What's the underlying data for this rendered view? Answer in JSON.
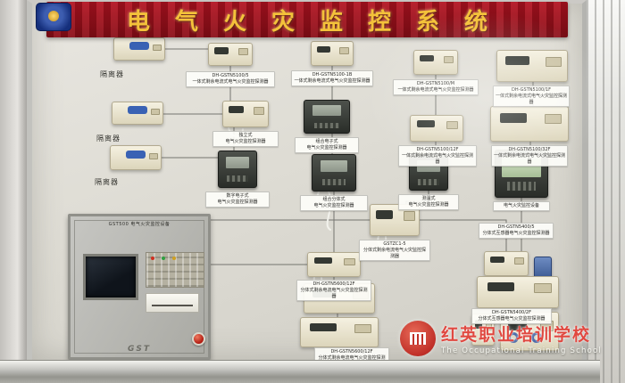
{
  "banner": {
    "title": "电气火灾监控系统"
  },
  "isolators": [
    "隔离器",
    "隔离器",
    "隔离器"
  ],
  "devices": [
    "DH-GSTN5100/5\n一体式剩余电流式电气火灾监控探测器",
    "DH-GSTN5100-1B\n一体式剩余电流式电气火灾监控探测器",
    "DH-GSTN5100/M\n一体式剩余电流式电气火灾监控探测器",
    "DH-GSTN5100/1F\n一体式剩余电流式电气火灾监控探测器",
    "独立式\n电气火灾监控探测器",
    "组合电子式\n电气火灾监控探测器",
    "DH-GSTN5100/12F\n一体式剩余电流式电气火灾监控探测器",
    "DH-GSTN5100/32F\n一体式剩余电流式电气火灾监控探测器",
    "数字电子式\n电气火灾监控探测器",
    "组合分体式\n电气火灾监控探测器",
    "测温式\n电气火灾监控探测器",
    "电气火灾监控设备",
    "GSTZC1-5\n分体式剩余电流电气火灾监控探测器",
    "DH-GSTN5400/5\n分体式互感器电气火灾监控探测器",
    "DH-GSTN5600/12F\n分体式剩余电流电气火灾监控探测器",
    "DH-GSTN5400/2F\n分体式互感器电气火灾监控探测器",
    "DH-GSTN5600/12F\n分体式剩余电流电气火灾监控探测器"
  ],
  "cabinet": {
    "header": "GST500 电气火灾监控设备",
    "brand": "GST"
  },
  "watermark": {
    "cn": "红英职业培训学校",
    "en": "The Occupational Training School"
  },
  "colors": {
    "banner_red": "#a01320",
    "title_gold": "#f2c13a",
    "board": "#dedcd4",
    "cream_device": "#ece5cf",
    "dark_device": "#3a3e39",
    "watermark_red": "#e04840"
  }
}
